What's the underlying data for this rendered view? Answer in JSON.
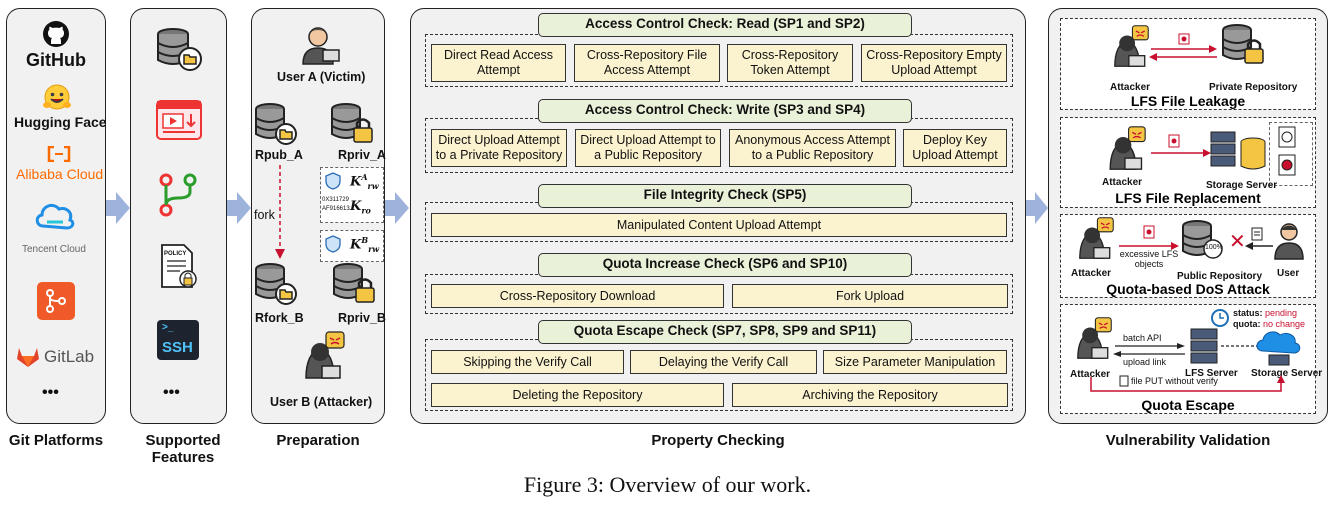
{
  "columns": {
    "git_platforms": "Git Platforms",
    "supported_features": "Supported Features",
    "preparation": "Preparation",
    "property_checking": "Property Checking",
    "vulnerability_validation": "Vulnerability Validation"
  },
  "platforms": {
    "github": "GitHub",
    "hugging_face": "Hugging Face",
    "alibaba": "Alibaba Cloud",
    "tencent": "Tencent Cloud",
    "gitlab": "GitLab",
    "more": "•••"
  },
  "features": {
    "policy": "POLICY",
    "ssh": "SSH",
    "more": "•••"
  },
  "preparation": {
    "user_a": "User A (Victim)",
    "rpub_a": "Rpub_A",
    "rpriv_a": "Rpriv_A",
    "fork": "fork",
    "rfork_b": "Rfork_B",
    "rpriv_b": "Rpriv_B",
    "user_b": "User B (Attacker)",
    "key_a_rw": "K",
    "key_a_rw_sup": "A",
    "key_a_rw_sub": "rw",
    "key_ro": "K",
    "key_ro_sub": "ro",
    "key_b_rw": "K",
    "key_b_rw_sup": "B",
    "key_b_rw_sub": "rw",
    "token_text_1": "0X311729",
    "token_text_2": "AF916613"
  },
  "checks": [
    {
      "title": "Access Control Check: Read (SP1 and SP2)",
      "items": [
        "Direct Read Access Attempt",
        "Cross-Repository File Access Attempt",
        "Cross-Repository Token Attempt",
        "Cross-Repository Empty Upload Attempt"
      ]
    },
    {
      "title": "Access Control Check: Write (SP3 and SP4)",
      "items": [
        "Direct Upload Attempt to a Private Repository",
        "Direct Upload Attempt to a Public Repository",
        "Anonymous Access Attempt to a Public Repository",
        "Deploy Key Upload Attempt"
      ]
    },
    {
      "title": "File Integrity Check (SP5)",
      "items": [
        "Manipulated Content Upload Attempt"
      ]
    },
    {
      "title": "Quota Increase Check (SP6 and SP10)",
      "items": [
        "Cross-Repository Download",
        "Fork Upload"
      ]
    },
    {
      "title": "Quota Escape Check (SP7, SP8, SP9 and SP11)",
      "items": [
        "Skipping the Verify Call",
        "Delaying the Verify Call",
        "Size Parameter Manipulation",
        "Deleting the Repository",
        "Archiving the Repository"
      ]
    }
  ],
  "validation": {
    "leak": {
      "title": "LFS File Leakage",
      "attacker": "Attacker",
      "target": "Private Repository"
    },
    "replace": {
      "title": "LFS File Replacement",
      "attacker": "Attacker",
      "target": "Storage Server"
    },
    "dos": {
      "title": "Quota-based DoS Attack",
      "attacker": "Attacker",
      "objects": "excessive LFS objects",
      "target": "Public Repository",
      "user": "User",
      "percent": "100%"
    },
    "escape": {
      "title": "Quota Escape",
      "attacker": "Attacker",
      "batch": "batch API",
      "upload": "upload link",
      "lfs_server": "LFS Server",
      "storage": "Storage Server",
      "status_label": "status:",
      "status_value": "pending",
      "quota_label": "quota:",
      "quota_value": "no change",
      "put": "file PUT without verify"
    }
  },
  "caption": "Figure 3: Overview of our work.",
  "colors": {
    "arrow": "#9db3db",
    "sp_title_bg": "#e9f1d9",
    "sp_item_bg": "#fbf2cf",
    "panel_bg": "#f1f1f1",
    "red": "#c8102e"
  }
}
